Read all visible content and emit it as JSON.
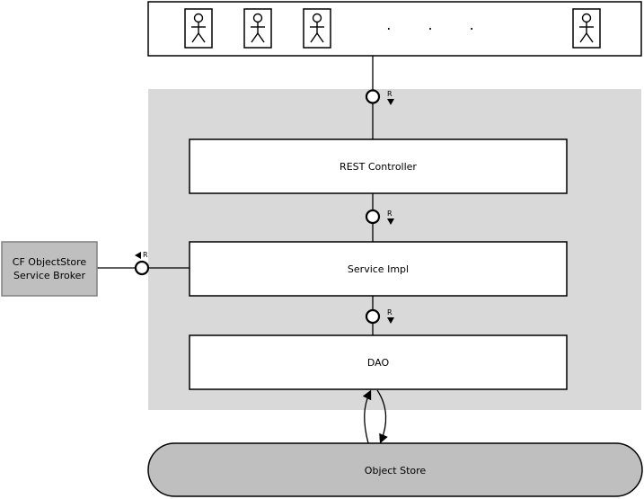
{
  "actors": {
    "count": 4,
    "ellipsis": ". . ."
  },
  "components": {
    "rest_controller": "REST Controller",
    "service_impl": "Service Impl",
    "dao": "DAO"
  },
  "external": {
    "broker_line1": "CF ObjectStore",
    "broker_line2": "Service Broker"
  },
  "storage": {
    "object_store": "Object Store"
  },
  "interfaces": {
    "required_label": "R"
  },
  "colors": {
    "container_fill": "#d9d9d9",
    "broker_fill": "#bfbfbf",
    "store_fill": "#bfbfbf",
    "box_fill": "#ffffff",
    "stroke": "#000000"
  }
}
